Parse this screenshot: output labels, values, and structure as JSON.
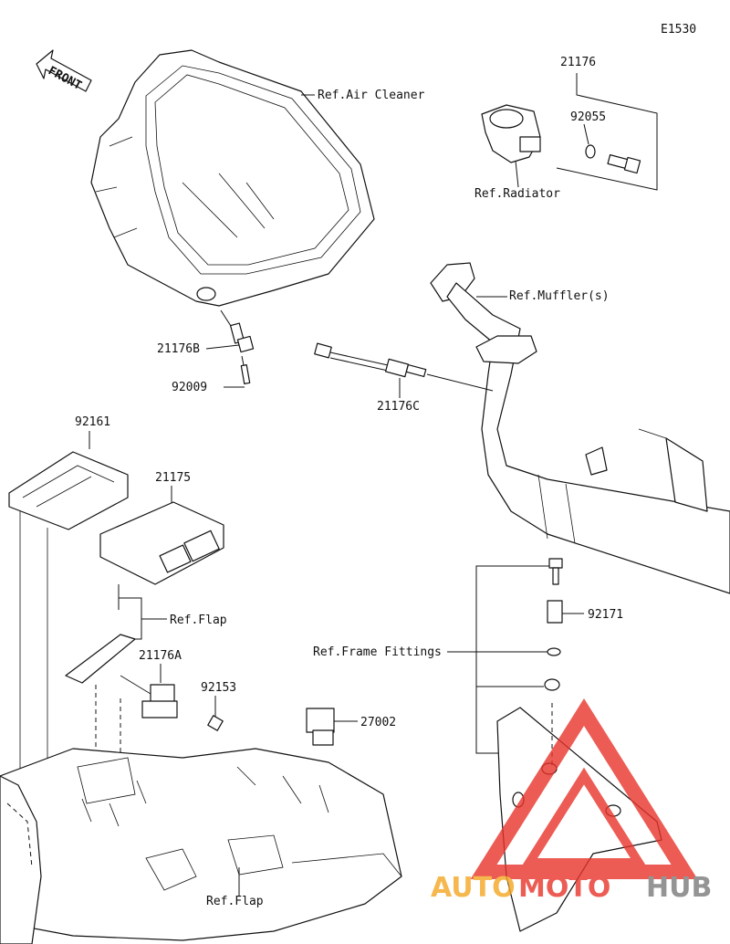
{
  "diagram_code": "E1530",
  "front_label": "FRONT",
  "labels": {
    "p21176": "21176",
    "p92055": "92055",
    "ref_radiator": "Ref.Radiator",
    "ref_air_cleaner": "Ref.Air Cleaner",
    "ref_muffler": "Ref.Muffler(s)",
    "p21176B": "21176B",
    "p92009": "92009",
    "p21176C": "21176C",
    "p92161": "92161",
    "p21175": "21175",
    "ref_flap_top": "Ref.Flap",
    "p21176A": "21176A",
    "p92153": "92153",
    "p92171": "92171",
    "ref_frame_fittings": "Ref.Frame Fittings",
    "p27002": "27002",
    "ref_flap_bottom": "Ref.Flap"
  },
  "watermark": {
    "part1": "AUTO",
    "part2": "MOTO",
    "part3": "HUB",
    "color_red": "#e8342a",
    "color_orange": "#f5a623",
    "color_gray": "#7a7a7a"
  }
}
